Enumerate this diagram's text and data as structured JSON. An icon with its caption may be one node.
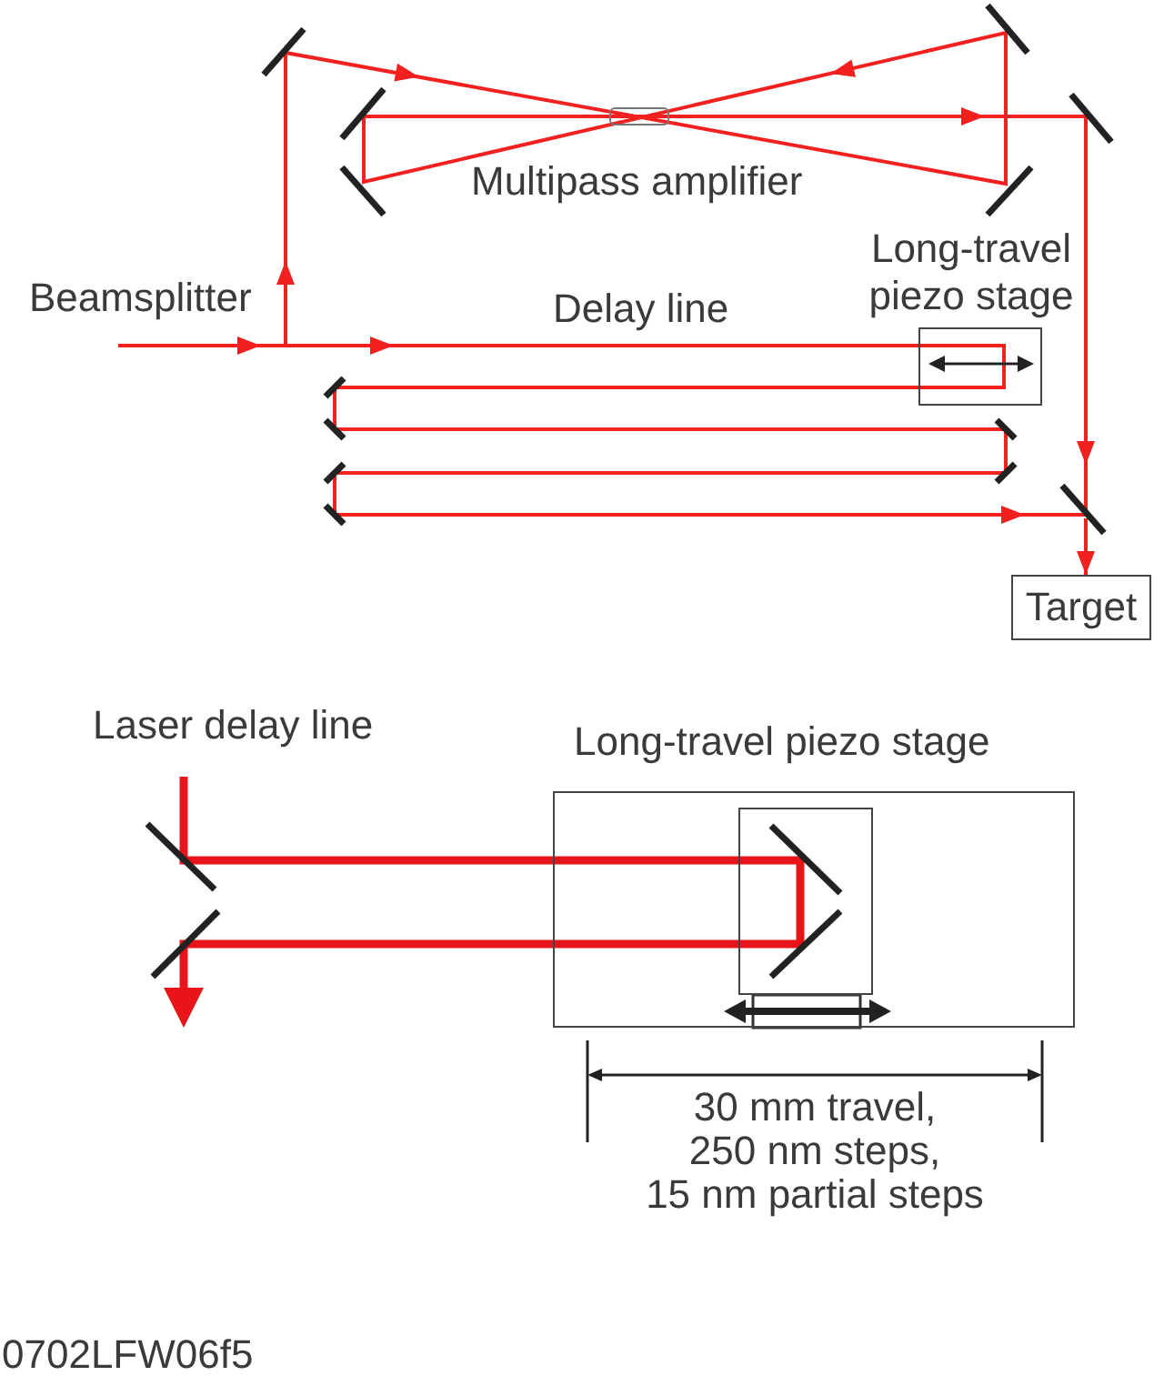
{
  "diagram": {
    "nodes": [
      {
        "text": [],
        "shape": "box"
      },
      {
        "text": [
          "Long-travel piezo stage"
        ]
      },
      {
        "text": [
          "Target"
        ]
      },
      {
        "text": [
          "Long-travel piezo stage"
        ]
      },
      {
        "text": [],
        "shape": "box",
        "in": 3
      }
    ],
    "edges": [
      {
        "from": null,
        "to": 2,
        "arrow": "to"
      }
    ],
    "labels": [
      "Multipass amplifier",
      "Beamsplitter",
      "Delay line",
      "Laser delay line",
      "30 mm travel, 250 nm steps, 15 nm partial steps",
      "0702LFW06f5"
    ]
  }
}
